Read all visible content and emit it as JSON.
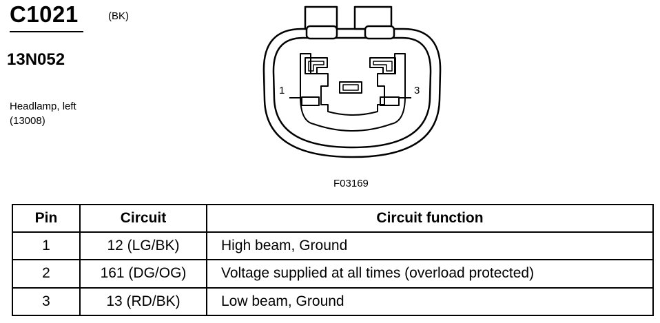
{
  "connector": {
    "id": "C1021",
    "color_code": "(BK)",
    "part_number": "13N052",
    "description_line1": "Headlamp, left",
    "description_line2": "(13008)"
  },
  "diagram": {
    "figure_id": "F03169",
    "pin_label_left": "1",
    "pin_label_right": "3"
  },
  "table": {
    "headers": [
      "Pin",
      "Circuit",
      "Circuit function"
    ],
    "rows": [
      {
        "pin": "1",
        "circuit": "12 (LG/BK)",
        "function": "High beam, Ground"
      },
      {
        "pin": "2",
        "circuit": "161 (DG/OG)",
        "function": "Voltage supplied at all times (overload protected)"
      },
      {
        "pin": "3",
        "circuit": "13 (RD/BK)",
        "function": "Low beam, Ground"
      }
    ]
  }
}
